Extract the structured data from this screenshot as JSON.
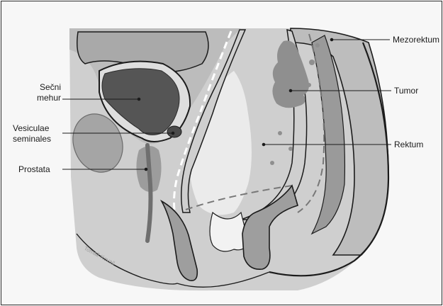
{
  "labels": {
    "secni_mehur": [
      "Sečni",
      "mehur"
    ],
    "vesiculae": [
      "Vesiculae",
      "seminales"
    ],
    "prostata": "Prostata",
    "mezorektum": "Mezorektum",
    "tumor": "Tumor",
    "rektum": "Rektum"
  },
  "watermark": "Tomaž Kovač",
  "colors": {
    "background": "#f7f7f7",
    "page_region": "#bdbdbd",
    "light_tissue": "#e9e9e9",
    "mid_tissue": "#9c9c9c",
    "dark_organ": "#555555",
    "tumor": "#8f8f8f",
    "outline": "#1b1b1b"
  }
}
